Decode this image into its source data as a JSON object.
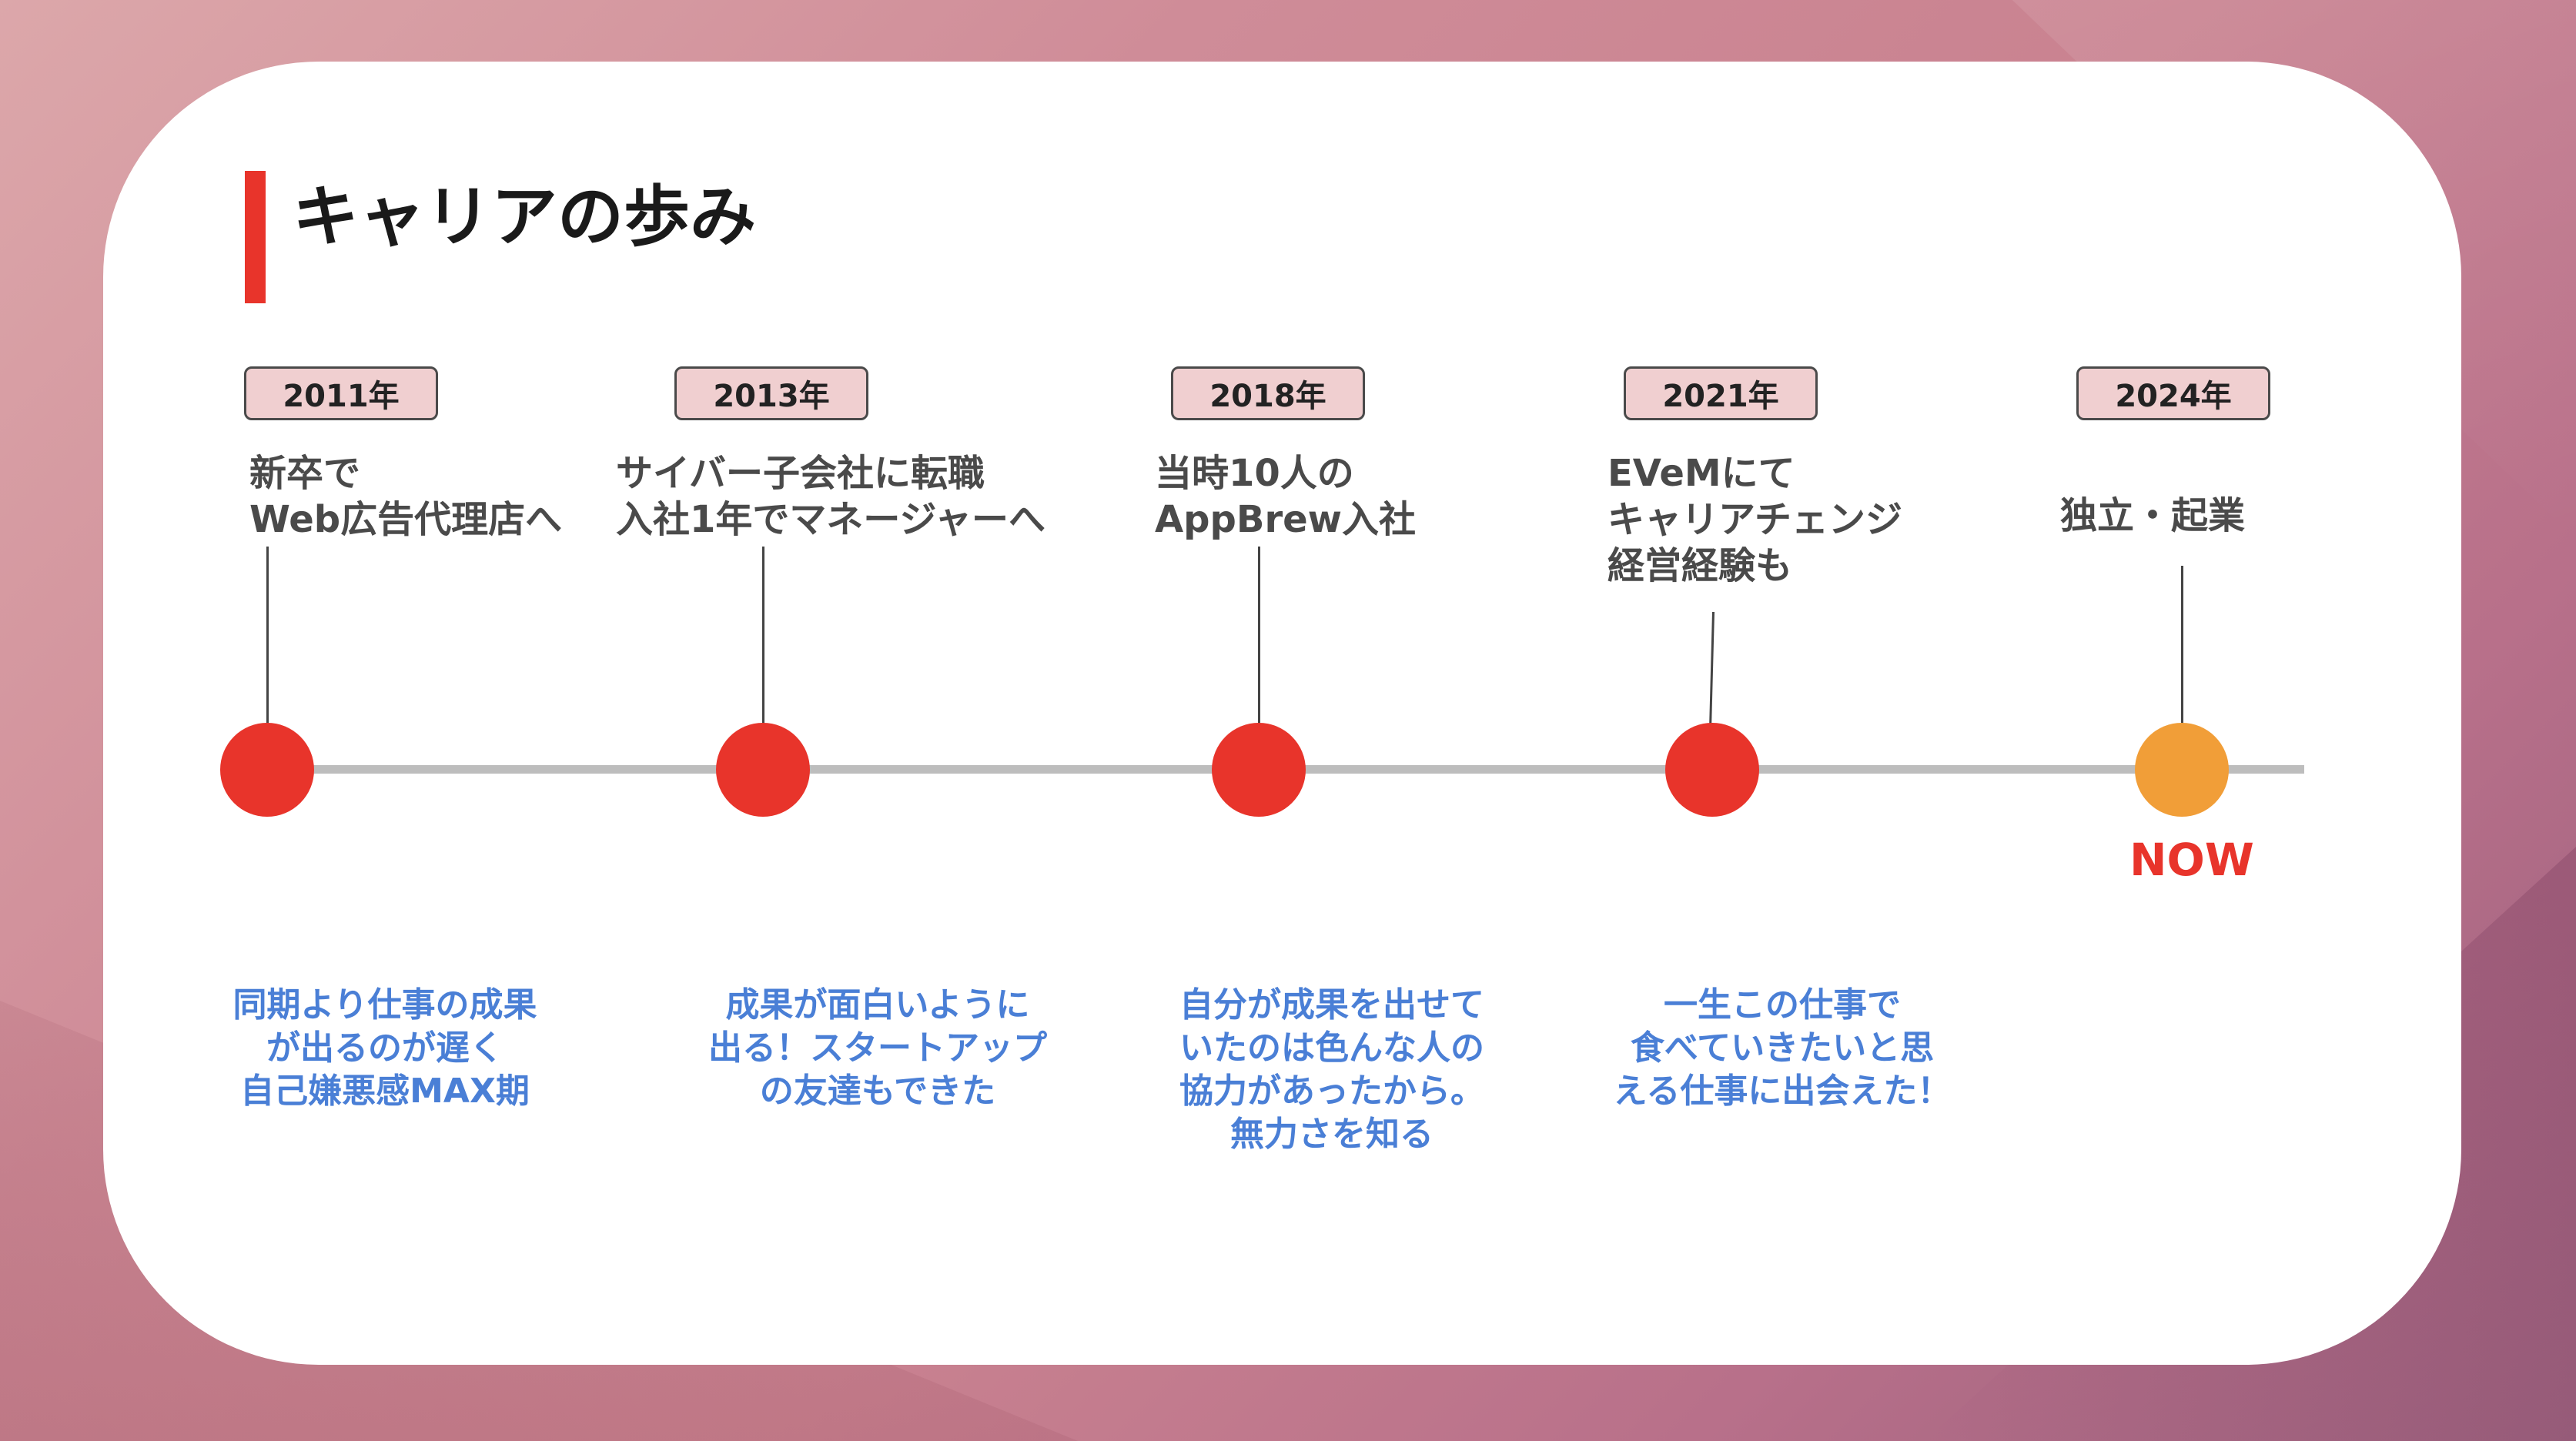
{
  "title": "キャリアの歩み",
  "colors": {
    "accent": "#e8342b",
    "node_past": "#e8342b",
    "node_now": "#f19e38",
    "reflection_text": "#4a7fd6",
    "year_pill_bg": "#f0cfd0",
    "axis": "#bdbdbd"
  },
  "timeline": [
    {
      "year": "2011年",
      "event": "新卒で\nWeb広告代理店へ",
      "reflection": "同期より仕事の成果\nが出るのが遅く\n自己嫌悪感MAX期"
    },
    {
      "year": "2013年",
      "event": "サイバー子会社に転職\n入社1年でマネージャーへ",
      "reflection": "成果が面白いように\n出る！スタートアップ\nの友達もできた"
    },
    {
      "year": "2018年",
      "event": "当時10人の\nAppBrew入社",
      "reflection": "自分が成果を出せて\nいたのは色んな人の\n協力があったから。\n無力さを知る"
    },
    {
      "year": "2021年",
      "event": "EVeMにて\nキャリアチェンジ\n経営経験も",
      "reflection": "一生この仕事で\n食べていきたいと思\nえる仕事に出会えた！"
    },
    {
      "year": "2024年",
      "event": "独立・起業",
      "reflection": "",
      "status": "NOW"
    }
  ]
}
